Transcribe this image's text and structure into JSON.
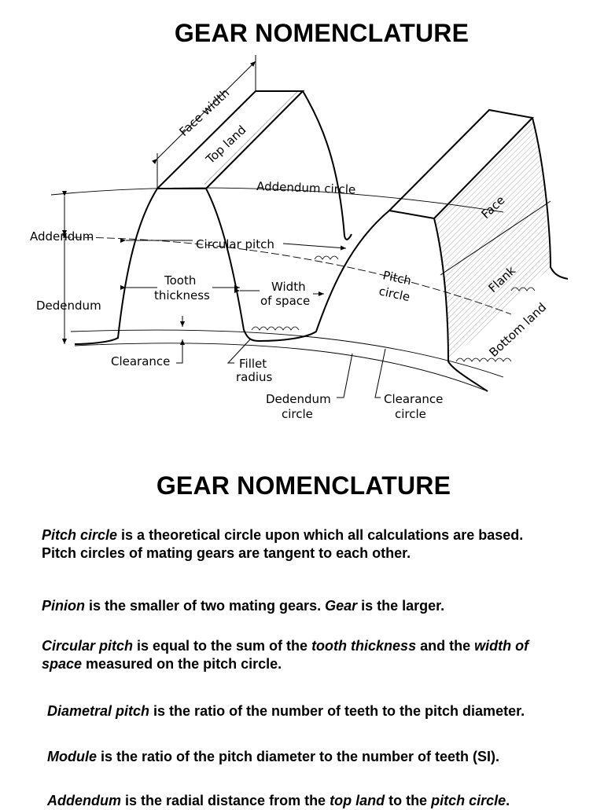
{
  "page": {
    "title_top": "GEAR NOMENCLATURE",
    "title_bottom": "GEAR NOMENCLATURE"
  },
  "diagram": {
    "labels": {
      "face_width": "Face width",
      "top_land": "Top land",
      "addendum_circle": "Addendum circle",
      "addendum": "Addendum",
      "circular_pitch": "Circular pitch",
      "dedendum": "Dedendum",
      "tooth": "Tooth",
      "thickness": "thickness",
      "width": "Width",
      "of_space": "of space",
      "pitch": "Pitch",
      "circle": "circle",
      "face": "Face",
      "flank": "Flank",
      "bottom_land": "Bottom land",
      "clearance": "Clearance",
      "fillet": "Fillet",
      "radius": "radius",
      "dedendum_circle_1": "Dedendum",
      "dedendum_circle_2": "circle",
      "clearance_circle_1": "Clearance",
      "clearance_circle_2": "circle"
    }
  },
  "definitions": [
    {
      "parts": [
        {
          "t": "Pitch circle",
          "i": true
        },
        {
          "t": " is a theoretical circle upon which all calculations are based. Pitch circles of mating gears are tangent to each other.",
          "i": false
        }
      ]
    },
    {
      "parts": [
        {
          "t": "Pinion",
          "i": true
        },
        {
          "t": " is the smaller of two mating gears. ",
          "i": false
        },
        {
          "t": "Gear",
          "i": true
        },
        {
          "t": " is the larger.",
          "i": false
        }
      ]
    },
    {
      "parts": [
        {
          "t": "Circular pitch",
          "i": true
        },
        {
          "t": " is equal to the sum of the ",
          "i": false
        },
        {
          "t": "tooth thickness",
          "i": true
        },
        {
          "t": " and the ",
          "i": false
        },
        {
          "t": "width of space",
          "i": true
        },
        {
          "t": " measured on the pitch circle.",
          "i": false
        }
      ]
    },
    {
      "parts": [
        {
          "t": "Diametral pitch",
          "i": true
        },
        {
          "t": " is the ratio of the number of teeth to the pitch diameter.",
          "i": false
        }
      ]
    },
    {
      "parts": [
        {
          "t": "Module",
          "i": true
        },
        {
          "t": " is the ratio of the pitch diameter to the number of teeth (SI).",
          "i": false
        }
      ]
    },
    {
      "parts": [
        {
          "t": "Addendum",
          "i": true
        },
        {
          "t": " is the radial distance from the ",
          "i": false
        },
        {
          "t": "top land",
          "i": true
        },
        {
          "t": " to the ",
          "i": false
        },
        {
          "t": "pitch circle",
          "i": true
        },
        {
          "t": ".",
          "i": false
        }
      ]
    }
  ]
}
